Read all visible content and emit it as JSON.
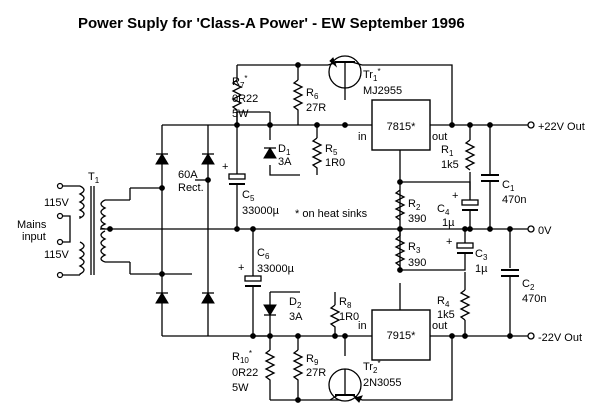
{
  "title": "Power Suply for 'Class-A Power' - EW September 1996",
  "labels": {
    "mains_top": "115V",
    "mains_bottom": "115V",
    "mains_input_1": "Mains",
    "mains_input_2": "input",
    "transformer": "T",
    "transformer_sub": "1",
    "rect_1": "60A",
    "rect_2": "Rect.",
    "plus": "+",
    "c5_name": "C",
    "c5_sub": "5",
    "c5_val": "33000µ",
    "c6_name": "C",
    "c6_sub": "6",
    "c6_val": "33000µ",
    "heat_sinks": "* on heat sinks",
    "r7_name": "R",
    "r7_sub": "7",
    "r7_star": "*",
    "r7_val1": "0R22",
    "r7_val2": "5W",
    "r6_name": "R",
    "r6_sub": "6",
    "r6_val": "27R",
    "tr1_name": "Tr",
    "tr1_sub": "1",
    "tr1_star": "*",
    "tr1_part": "MJ2955",
    "d1_name": "D",
    "d1_sub": "1",
    "d1_val": "3A",
    "r5_name": "R",
    "r5_sub": "5",
    "r5_val": "1R0",
    "reg1": "7815*",
    "reg1_in": "in",
    "reg1_out": "out",
    "r1_name": "R",
    "r1_sub": "1",
    "r1_val": "1k5",
    "c1_name": "C",
    "c1_sub": "1",
    "c1_val": "470n",
    "out_pos": "+22V Out",
    "r2_name": "R",
    "r2_sub": "2",
    "r2_val": "390",
    "c4_name": "C",
    "c4_sub": "4",
    "c4_val": "1µ",
    "ground": "0V",
    "r3_name": "R",
    "r3_sub": "3",
    "r3_val": "390",
    "c3_name": "C",
    "c3_sub": "3",
    "c3_val": "1µ",
    "c2_name": "C",
    "c2_sub": "2",
    "c2_val": "470n",
    "r4_name": "R",
    "r4_sub": "4",
    "r4_val": "1k5",
    "reg2": "7915*",
    "reg2_in": "in",
    "reg2_out": "out",
    "out_neg": "-22V Out",
    "d2_name": "D",
    "d2_sub": "2",
    "d2_val": "3A",
    "r8_name": "R",
    "r8_sub": "8",
    "r8_val": "1R0",
    "r10_name": "R",
    "r10_sub": "10",
    "r10_star": "*",
    "r10_val1": "0R22",
    "r10_val2": "5W",
    "r9_name": "R",
    "r9_sub": "9",
    "r9_val": "27R",
    "tr2_name": "Tr",
    "tr2_sub": "2",
    "tr2_star": "*",
    "tr2_part": "2N3055"
  }
}
